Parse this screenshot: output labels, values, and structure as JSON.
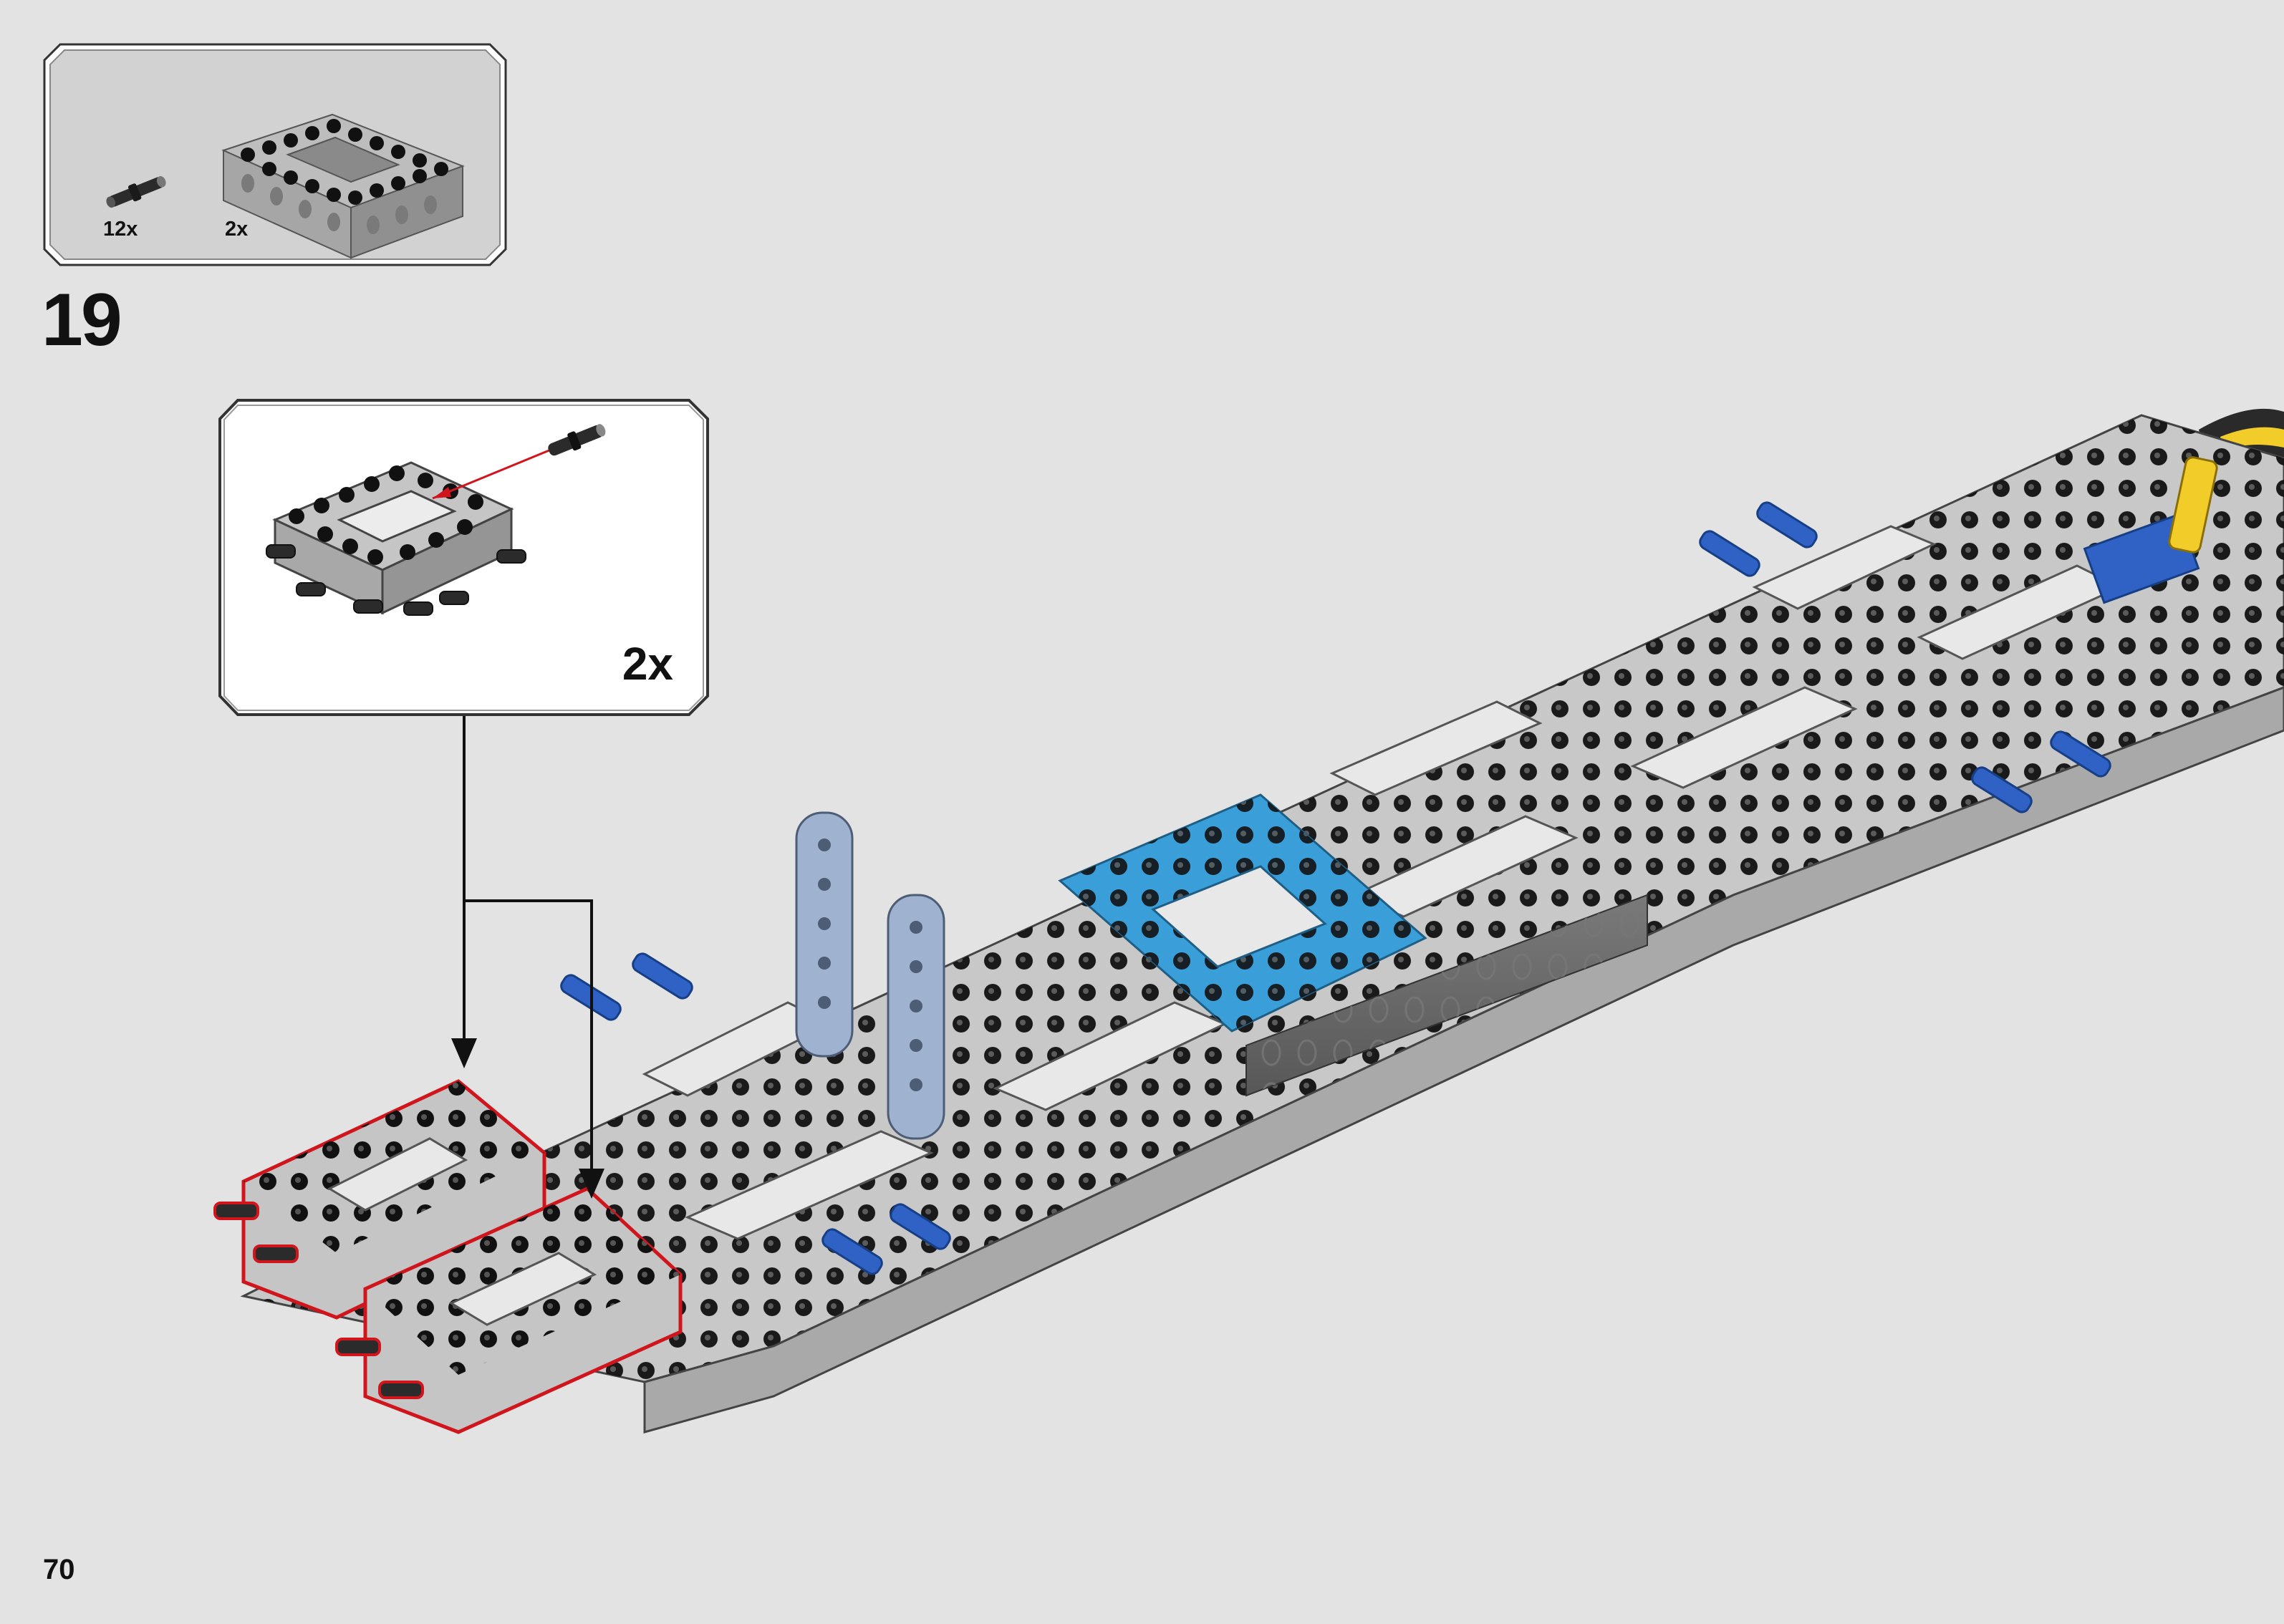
{
  "parts_callout": {
    "items": [
      {
        "icon": "connector-pin-icon",
        "quantity": "12x"
      },
      {
        "icon": "technic-frame-5x7-icon",
        "quantity": "2x"
      }
    ]
  },
  "step": {
    "number": "19"
  },
  "subassembly": {
    "multiplier": "2x",
    "icon": "frame-with-pins-icon"
  },
  "page": {
    "number": "70"
  },
  "colors": {
    "background": "#e3e3e3",
    "callout_fill": "#d2d2d2",
    "frame_light_gray": "#cdcdcd",
    "frame_dark_gray": "#6a6a6a",
    "azure": "#3a9ed8",
    "blue_pin": "#2f62c4",
    "yellow": "#f2cd2a",
    "highlight_red": "#d0161c"
  }
}
